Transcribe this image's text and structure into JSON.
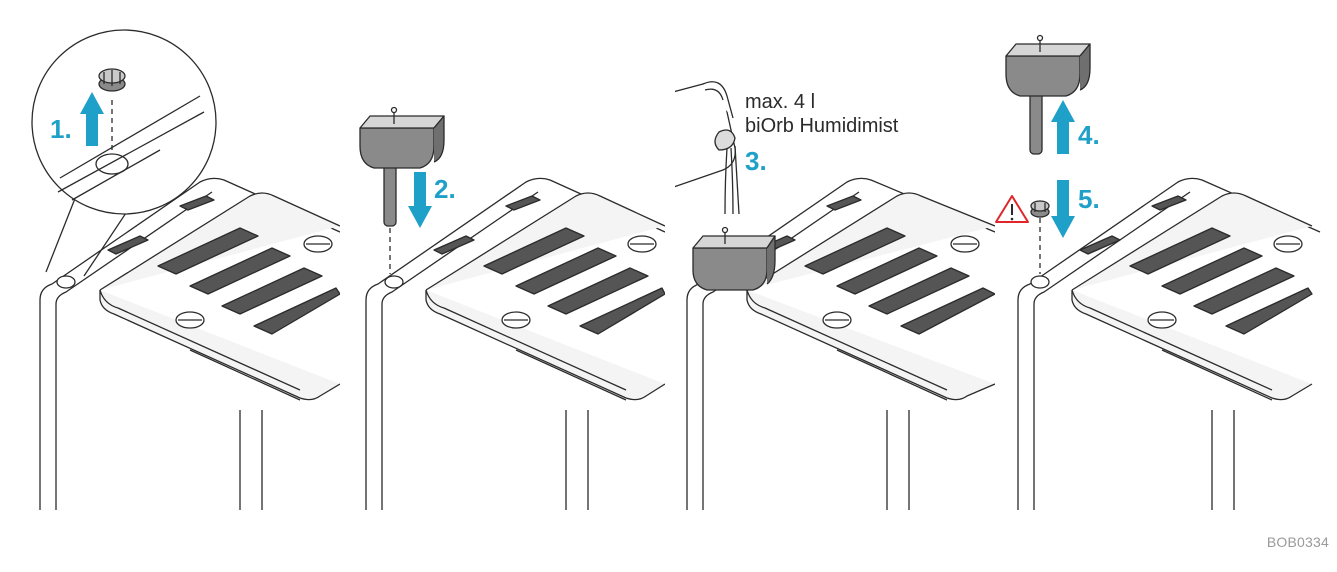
{
  "colors": {
    "accent": "#1fa0c9",
    "line": "#2b2b2b",
    "fill_light": "#f4f4f4",
    "fill_dark": "#8a8a8a",
    "warning": "#e0262b"
  },
  "steps": [
    {
      "label": "1.",
      "arrow": "up"
    },
    {
      "label": "2.",
      "arrow": "down"
    },
    {
      "label": "3.",
      "arrow": "none"
    },
    {
      "label": "4.",
      "arrow": "up"
    },
    {
      "label": "5.",
      "arrow": "down"
    }
  ],
  "note": {
    "line1": "max. 4 l",
    "line2": "biOrb Humidimist"
  },
  "icons": {
    "warning": "warning-triangle-icon"
  },
  "reference_code": "BOB0334"
}
